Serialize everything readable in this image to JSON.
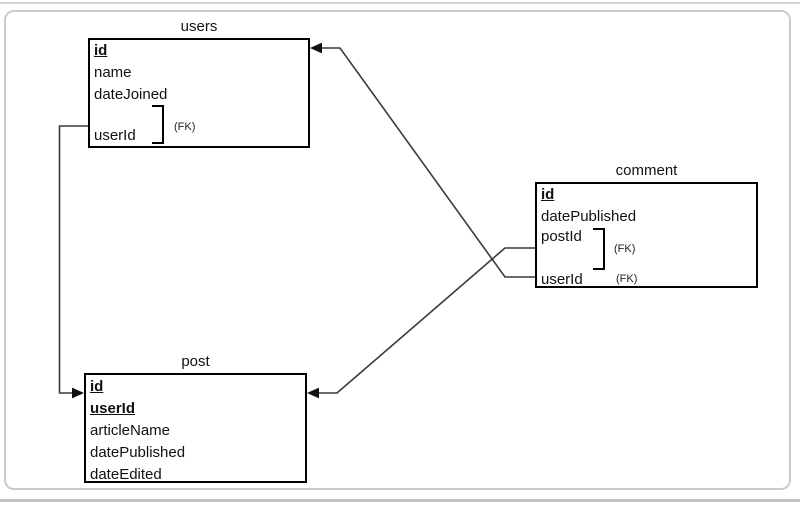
{
  "diagram_type": "entity-relationship",
  "fk_annotation": "(FK)",
  "tables": {
    "users": {
      "title": "users",
      "fields": [
        {
          "label": "id",
          "pk": true
        },
        {
          "label": "name"
        },
        {
          "label": "dateJoined"
        },
        {
          "label": "userId",
          "fk": "(FK)"
        }
      ]
    },
    "comment": {
      "title": "comment",
      "fields": [
        {
          "label": "id",
          "pk": true
        },
        {
          "label": "datePublished"
        },
        {
          "label": "postId",
          "fk": "(FK)"
        },
        {
          "label": "userId",
          "fk": "(FK)"
        }
      ]
    },
    "post": {
      "title": "post",
      "fields": [
        {
          "label": "id",
          "pk": true
        },
        {
          "label": "userId",
          "pk": true
        },
        {
          "label": "articleName"
        },
        {
          "label": "datePublished"
        },
        {
          "label": "dateEdited"
        }
      ]
    }
  },
  "relationships": [
    {
      "from": "users.userId",
      "to": "post",
      "arrow_at": "post-left"
    },
    {
      "from": "comment.userId",
      "to": "users",
      "arrow_at": "users-right"
    },
    {
      "from": "comment.postId",
      "to": "post",
      "arrow_at": "post-right"
    }
  ],
  "colors": {
    "box_border": "#000000",
    "connector": "#3a3a3a",
    "frame_border": "#cbcbcb",
    "background": "#ffffff"
  }
}
